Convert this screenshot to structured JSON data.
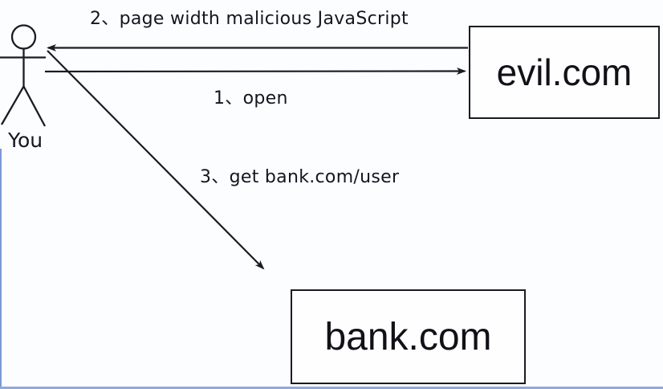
{
  "diagram": {
    "actor": {
      "label": "You"
    },
    "nodes": {
      "evil": {
        "label": "evil.com"
      },
      "bank": {
        "label": "bank.com"
      }
    },
    "labels": {
      "step1": "1、open",
      "step2": "2、page width malicious JavaScript",
      "step3": "3、get bank.com/user"
    },
    "arrows": [
      {
        "id": "open",
        "label": "1、open",
        "from": "You",
        "to": "evil.com"
      },
      {
        "id": "malicious-js",
        "label": "2、page width malicious JavaScript",
        "from": "evil.com",
        "to": "You"
      },
      {
        "id": "get-bank-user",
        "label": "3、get bank.com/user",
        "from": "You",
        "to": "bank.com"
      }
    ],
    "colors": {
      "line": "#1b1b22",
      "background": "#fcfdff",
      "edge_accent": "#7d99d6"
    }
  }
}
